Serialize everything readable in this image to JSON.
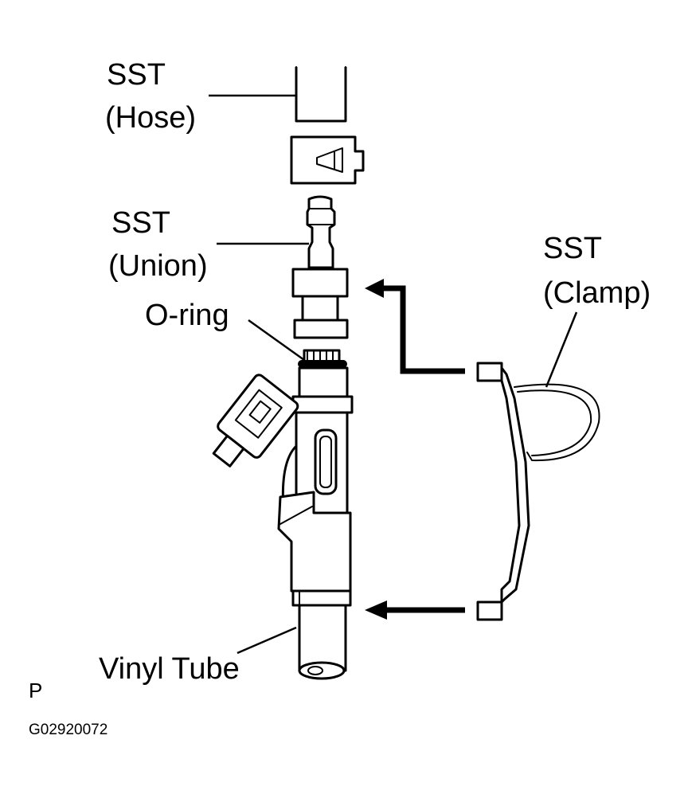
{
  "labels": {
    "sst_hose_1": "SST",
    "sst_hose_2": "(Hose)",
    "sst_union_1": "SST",
    "sst_union_2": "(Union)",
    "o_ring": "O-ring",
    "sst_clamp_1": "SST",
    "sst_clamp_2": "(Clamp)",
    "vinyl_tube": "Vinyl Tube",
    "corner_letter": "P",
    "figure_code": "G02920072"
  }
}
